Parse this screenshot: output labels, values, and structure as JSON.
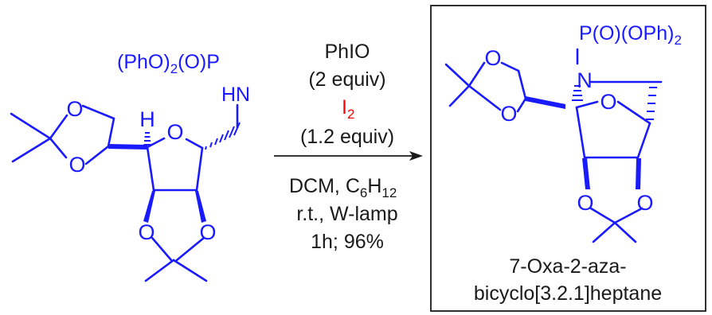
{
  "colors": {
    "structure": "#1a1aff",
    "text": "#1a1a1a",
    "reagent_highlight": "#ff0000"
  },
  "reactant": {
    "atoms": {
      "o_dioxolane_top": "O",
      "o_dioxolane_bottom": "O",
      "h_stereo": "H",
      "o_furanose": "O",
      "o_acetonide_left": "O",
      "o_acetonide_right": "O",
      "nh": "HN",
      "phosphoramidate": "(PhO)",
      "phosphoramidate_sub": "2",
      "phosphoramidate_tail": "(O)P"
    }
  },
  "conditions": {
    "above": {
      "reagent1": "PhIO",
      "reagent1_amount": "(2 equiv)",
      "reagent2": "I",
      "reagent2_sub": "2",
      "reagent2_amount": "(1.2 equiv)"
    },
    "below": {
      "solvent_main": "DCM, C",
      "solvent_sub1": "6",
      "solvent_mid": "H",
      "solvent_sub2": "12",
      "temperature": "r.t., W-lamp",
      "time_yield": "1h; 96%"
    }
  },
  "product": {
    "atoms": {
      "o_dioxolane_top": "O",
      "o_dioxolane_bottom": "O",
      "n": "N",
      "o_bridge": "O",
      "o_acetonide_left": "O",
      "o_acetonide_right": "O",
      "phosphoryl": "P(O)(OPh)",
      "phosphoryl_sub": "2"
    },
    "caption_line1": "7-Oxa-2-aza-",
    "caption_line2": "bicyclo[3.2.1]heptane"
  }
}
